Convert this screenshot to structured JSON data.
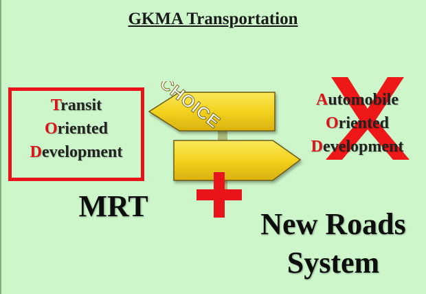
{
  "slide": {
    "title": "GKMA Transportation",
    "tod": {
      "line1_cap": "T",
      "line1_rest": "ransit",
      "line2_cap": "O",
      "line2_rest": "riented",
      "line3_cap": "D",
      "line3_rest": "evelopment"
    },
    "aod": {
      "line1_cap": "A",
      "line1_rest": "utomobile",
      "line2_cap": "O",
      "line2_rest": "riented",
      "line3_cap": "D",
      "line3_rest": "evelopment"
    },
    "sign_label": "CHOICE",
    "mrt_label": "MRT",
    "roads_line1": "New Roads",
    "roads_line2": "System"
  },
  "colors": {
    "background": "#cdf7cb",
    "accent_red": "#e8141a",
    "sign_yellow": "#f2d21e"
  }
}
